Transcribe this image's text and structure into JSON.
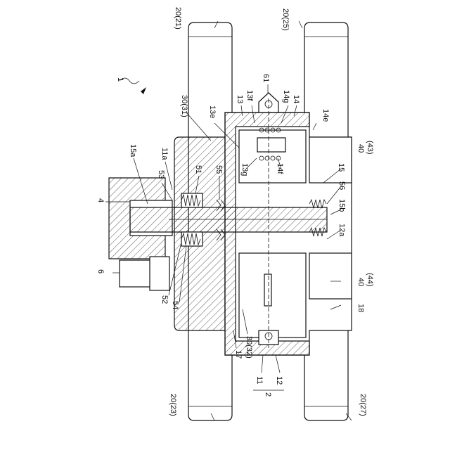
{
  "labels": {
    "assembly_ref": "1",
    "pipe_21": "20(21)",
    "pipe_25": "20(25)",
    "pipe_23": "20(23)",
    "pipe_27": "20(27)",
    "ref_61": "61",
    "ref_13": "13",
    "ref_13f": "13f",
    "ref_14g": "14g",
    "ref_14": "14",
    "ref_14e": "14e",
    "ref_13e": "13e",
    "ref_30_31": "30(31)",
    "ref_11a": "11a",
    "ref_15a": "15a",
    "ref_53": "53",
    "ref_51": "51",
    "ref_55": "55",
    "ref_13g": "13g",
    "ref_14f": "14f",
    "ref_15": "15",
    "ref_40_43a": "40",
    "ref_40_43b": "(43)",
    "ref_56": "56",
    "ref_15b": "15b",
    "ref_12a": "12a",
    "ref_4": "4",
    "ref_6": "6",
    "ref_52": "52",
    "ref_54": "54",
    "ref_17": "17",
    "ref_30_32": "30(32)",
    "ref_11": "11",
    "ref_12": "12",
    "ref_2": "2",
    "ref_40_44a": "40",
    "ref_40_44b": "(44)",
    "ref_18": "18"
  }
}
